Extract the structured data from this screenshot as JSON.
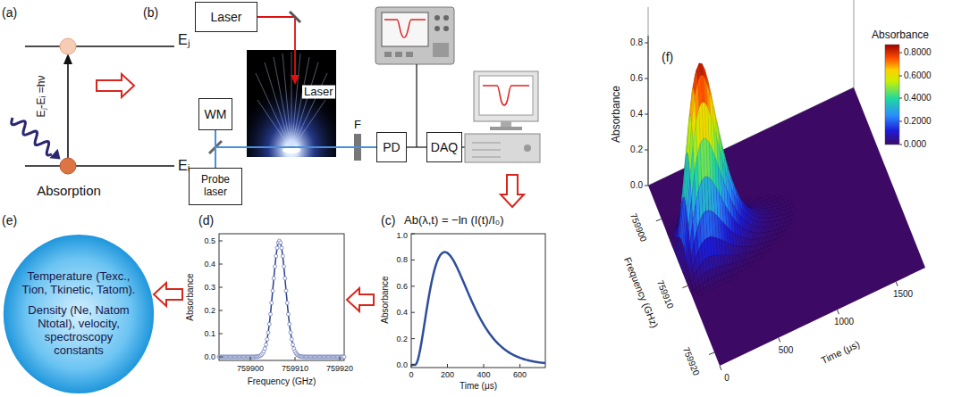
{
  "diagram": {
    "nodes": [
      {
        "text": [
          "Laser"
        ]
      },
      {
        "text": [
          "WM"
        ]
      },
      {
        "text": [
          "Probe laser"
        ]
      },
      {
        "text": [
          "PD"
        ]
      },
      {
        "text": [
          "DAQ"
        ]
      },
      {
        "text": [
          "Temperature (Texc., Tion, Tkinetic, Tatom).",
          "Density (Ne, Natom Ntotal), velocity, spectroscopy constants"
        ]
      }
    ],
    "edges": [
      {
        "from": 2,
        "to": 1,
        "arrow": "none"
      },
      {
        "from": 2,
        "to": 3,
        "arrow": "none"
      },
      {
        "from": 3,
        "to": 4,
        "arrow": "none"
      }
    ],
    "labels": [
      "(a)",
      "Eⱼ",
      "Eᵢ",
      "Eⱼ-Eᵢ =hν",
      "Absorption",
      "(b)",
      "Laser",
      "F",
      "(c)",
      "Ab(λ,t) = −ln (I(t)/I₀)",
      "0.0",
      "0.2",
      "0.4",
      "0.6",
      "0.8",
      "1.0",
      "0",
      "200",
      "400",
      "600",
      "Absorbance",
      "Time (μs)",
      "(d)",
      "0.0",
      "0.1",
      "0.2",
      "0.3",
      "0.4",
      "0.5",
      "759900",
      "759910",
      "759920",
      "Absorbance",
      "Frequency (GHz)",
      "(e)",
      "(f)",
      "Absorbance",
      "0.8000",
      "0.6000",
      "0.4000",
      "0.2000",
      "0.000",
      "Absorbance",
      "0.0",
      "0.2",
      "0.4",
      "0.6",
      "0.8",
      "759900",
      "759910",
      "759920",
      "Frequency (GHz)",
      "0",
      "500",
      "1000",
      "1500",
      "Time (μs)"
    ]
  }
}
